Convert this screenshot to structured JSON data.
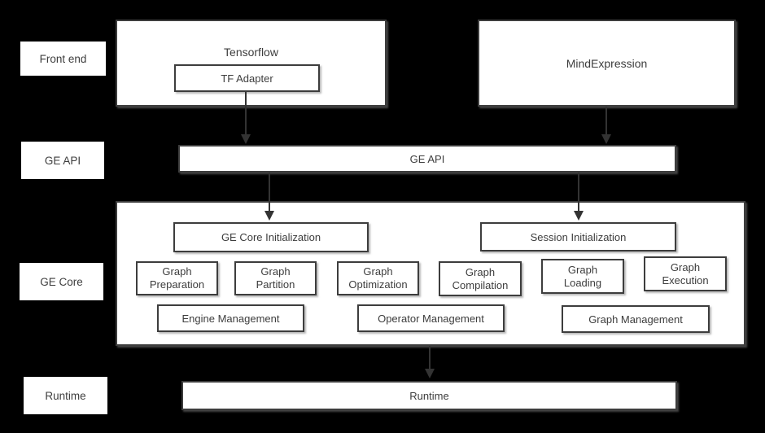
{
  "diagram": {
    "row_labels": {
      "front_end": "Front end",
      "ge_api": "GE API",
      "ge_core": "GE Core",
      "runtime": "Runtime"
    },
    "frontend": {
      "tensorflow_label": "Tensorflow",
      "tf_adapter_label": "TF Adapter",
      "mindexpression_label": "MindExpression"
    },
    "ge_api_label": "GE API",
    "ge_core": {
      "init_label": "GE Core Initialization",
      "session_label": "Session Initialization",
      "stages": [
        {
          "top": "Graph",
          "bottom": "Preparation"
        },
        {
          "top": "Graph",
          "bottom": "Partition"
        },
        {
          "top": "Graph",
          "bottom": "Optimization"
        },
        {
          "top": "Graph",
          "bottom": "Compilation"
        },
        {
          "top": "Graph",
          "bottom": "Loading"
        },
        {
          "top": "Graph",
          "bottom": "Execution"
        }
      ],
      "management": [
        {
          "label": "Engine Management"
        },
        {
          "label": "Operator Management"
        },
        {
          "label": "Graph Management"
        }
      ]
    },
    "runtime_label": "Runtime",
    "colors": {
      "background": "#000000",
      "box_fill": "#ffffff",
      "border": "#3d3d3d",
      "text": "#3d3d3d",
      "arrow": "#333333"
    }
  }
}
